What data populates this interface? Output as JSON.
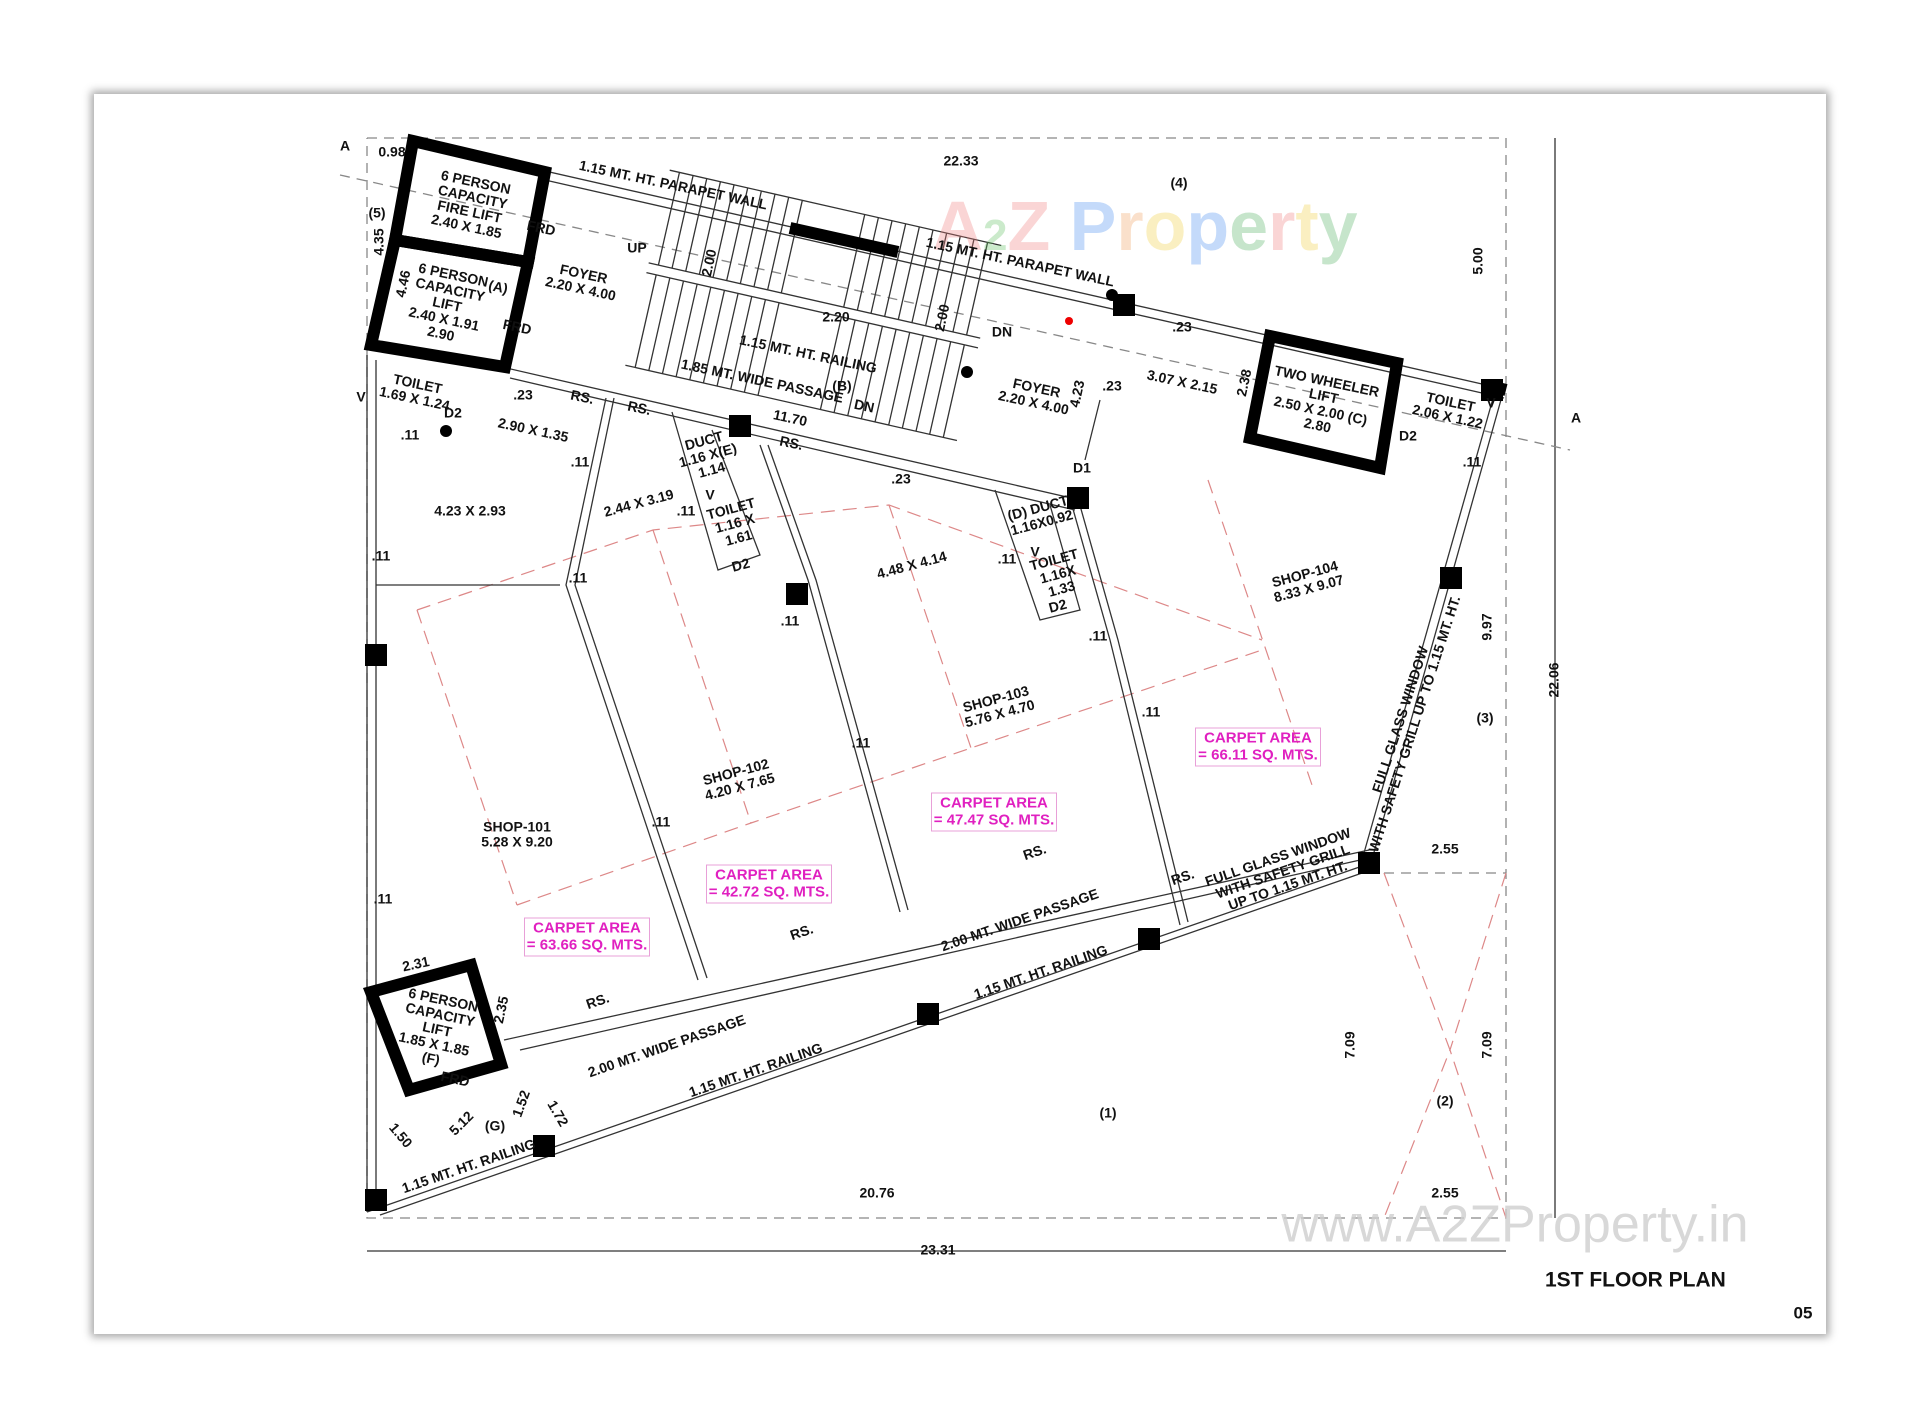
{
  "drawing": {
    "title": "1ST FLOOR PLAN",
    "page_number": "05",
    "watermark_logo": "A2Z Property",
    "watermark_url": "www.A2ZProperty.in",
    "colors": {
      "carpet_area": "#e020c0",
      "walls": "#000000",
      "grid_lines": "#dd8888"
    }
  },
  "labels": {
    "sec_a_left": "A",
    "sec_a_right": "A",
    "d_098": "0.98",
    "plot_5": "(5)",
    "d_435": "4.35",
    "d_2233": "22.33",
    "plot_4": "(4)",
    "d_500": "5.00",
    "parapet_1": "1.15 MT. HT. PARAPET WALL",
    "parapet_2": "1.15 MT. HT. PARAPET WALL",
    "fire_lift": [
      "6 PERSON",
      "CAPACITY",
      "FIRE LIFT",
      "2.40 X 1.85"
    ],
    "lift_a": [
      "6 PERSON",
      "CAPACITY",
      "LIFT",
      "2.40 X 1.91",
      "2.90"
    ],
    "lift_a_tag": "(A)",
    "d_446": "4.46",
    "frd_1": "FRD",
    "frd_2": "FRD",
    "foyer_left": [
      "FOYER",
      "2.20 X 4.00"
    ],
    "up": "UP",
    "stair_200a": "2.00",
    "stair_220": "2.20",
    "stair_200b": "2.00",
    "dn_1": "DN",
    "railing_top": "1.15 MT. HT. RAILING",
    "passage_top": "1.85 MT. WIDE PASSAGE",
    "tag_b": "(B)",
    "dn_2": "DN",
    "d_1170": "11.70",
    "rs_1": "RS.",
    "rs_2": "RS.",
    "rs_3": "RS.",
    "d_023a": ".23",
    "toilet_left": [
      "TOILET",
      "1.69 X 1.24"
    ],
    "v_1": "V",
    "d2_1": "D2",
    "d_011a": ".11",
    "room_290": "2.90 X 1.35",
    "d_011b": ".11",
    "room_423": "4.23 X 2.93",
    "d_011c": ".11",
    "duct_e": [
      "DUCT",
      "1.16 X(E)",
      "1.14"
    ],
    "v_2": "V",
    "toilet_mid": [
      "TOILET",
      "1.16 X",
      "1.61"
    ],
    "d2_2": "D2",
    "room_244": "2.44 X 3.19",
    "d_011d": ".11",
    "d_011e": ".11",
    "d_023b": ".23",
    "room_448": "4.48 X 4.14",
    "duct_d": [
      "(D) DUCT",
      "1.16X0.92"
    ],
    "d_011f": ".11",
    "v_3": "V",
    "toilet_right": [
      "TOILET",
      "1.16X",
      "1.33"
    ],
    "d2_3": "D2",
    "d_011g": ".11",
    "d_011h": ".11",
    "foyer_right": [
      "FOYER",
      "2.20 X 4.00"
    ],
    "d_423": "4.23",
    "d_023c": ".23",
    "d1": "D1",
    "d_023d": ".23",
    "room_307": "3.07 X 2.15",
    "d_238": "2.38",
    "two_wheeler_lift": [
      "TWO WHEELER",
      "LIFT",
      "2.50 X 2.00 (C)",
      "2.80"
    ],
    "toilet_far_right": [
      "TOILET",
      "2.06 X 1.22"
    ],
    "v_4": "V",
    "d2_4": "D2",
    "d_011i": ".11",
    "shop_104": [
      "SHOP-104",
      "8.33 X 9.07"
    ],
    "d_997": "9.97",
    "d_2206": "22.06",
    "plot_3": "(3)",
    "glass_window_right": [
      "FULL GLASS WINDOW",
      "WITH SAFETY GRILL UP TO 1.15 MT. HT."
    ],
    "d_011j": ".11",
    "carpet_104": [
      "CARPET AREA",
      "= 66.11 SQ. MTS."
    ],
    "shop_103": [
      "SHOP-103",
      "5.76 X 4.70"
    ],
    "d_011k": ".11",
    "carpet_103": [
      "CARPET AREA",
      "= 47.47 SQ. MTS."
    ],
    "shop_102": [
      "SHOP-102",
      "4.20 X 7.65"
    ],
    "d_011l": ".11",
    "carpet_102": [
      "CARPET AREA",
      "= 42.72 SQ. MTS."
    ],
    "shop_101": [
      "SHOP-101",
      "5.28 X 9.20"
    ],
    "d_011m": ".11",
    "carpet_101": [
      "CARPET AREA",
      "= 63.66 SQ. MTS."
    ],
    "rs_4": "RS.",
    "rs_5": "RS.",
    "rs_6": "RS.",
    "rs_7": "RS.",
    "passage_bottom_1": "2.00 MT. WIDE PASSAGE",
    "railing_bottom_1": "1.15 MT. HT. RAILING",
    "glass_window_bottom": [
      "FULL GLASS WINDOW",
      "WITH SAFETY GRILL",
      "UP TO 1.15 MT. HT."
    ],
    "d_255a": "2.55",
    "d_231": "2.31",
    "d_235": "2.35",
    "lift_f": [
      "6 PERSON",
      "CAPACITY",
      "LIFT",
      "1.85 X 1.85",
      "(F)"
    ],
    "frd_3": "FRD",
    "passage_bottom_2": "2.00 MT. WIDE PASSAGE",
    "railing_bottom_2": "1.15 MT. HT. RAILING",
    "d_150": "1.50",
    "d_512": "5.12",
    "tag_g": "(G)",
    "d_152": "1.52",
    "d_172": "1.72",
    "railing_bottom_3": "1.15 MT. HT. RAILING",
    "d_709a": "7.09",
    "d_709b": "7.09",
    "plot_1": "(1)",
    "plot_2": "(2)",
    "d_2076": "20.76",
    "d_255b": "2.55",
    "d_2331": "23.31"
  }
}
